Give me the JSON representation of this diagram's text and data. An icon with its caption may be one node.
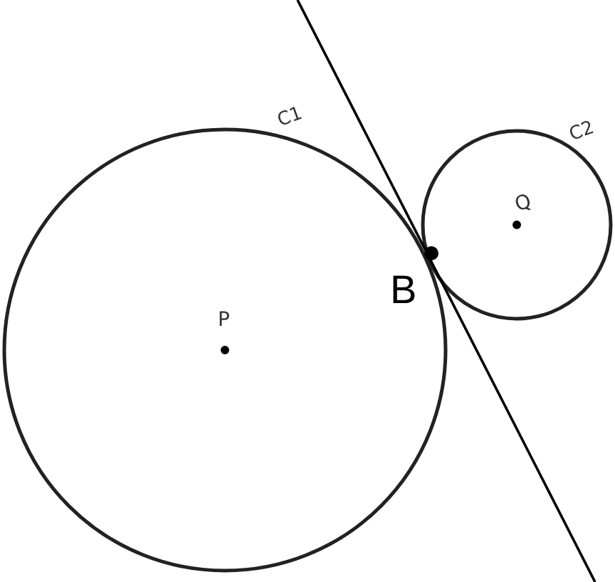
{
  "diagram": {
    "labels": [
      "C1",
      "C2",
      "Q",
      "B",
      "P"
    ]
  }
}
